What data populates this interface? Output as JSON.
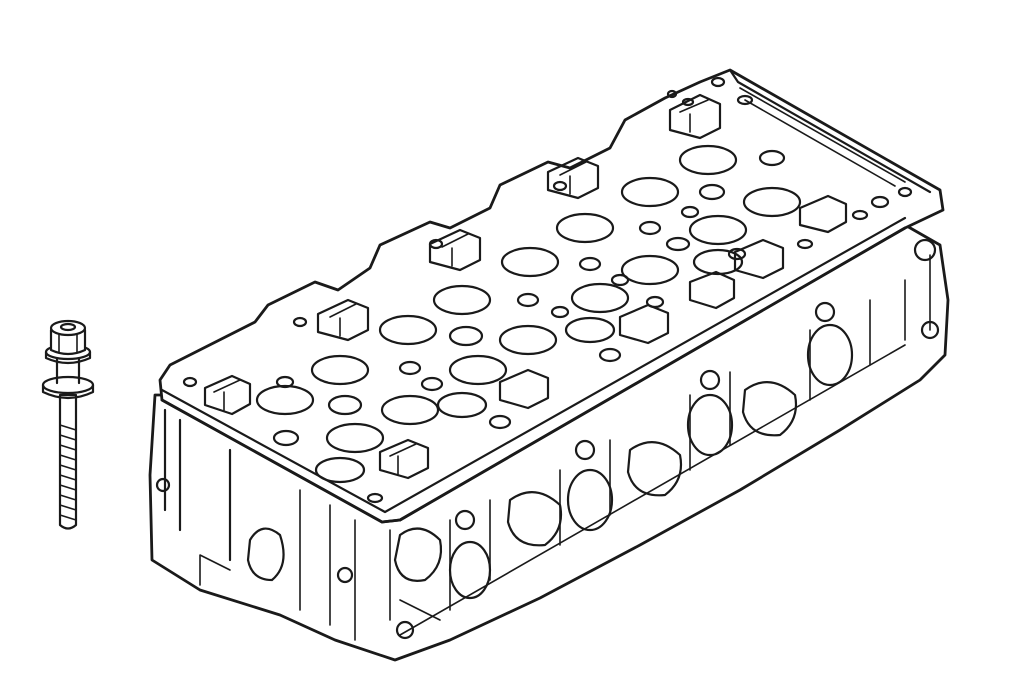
{
  "figure": {
    "subject": "cylinder-head-with-bolt",
    "parts": [
      {
        "id": "cylinder-head",
        "icon": "cylinder-head-icon"
      },
      {
        "id": "head-bolt",
        "icon": "bolt-icon"
      }
    ],
    "colors": {
      "ink": "#1a1a1a",
      "background": "#ffffff"
    }
  }
}
